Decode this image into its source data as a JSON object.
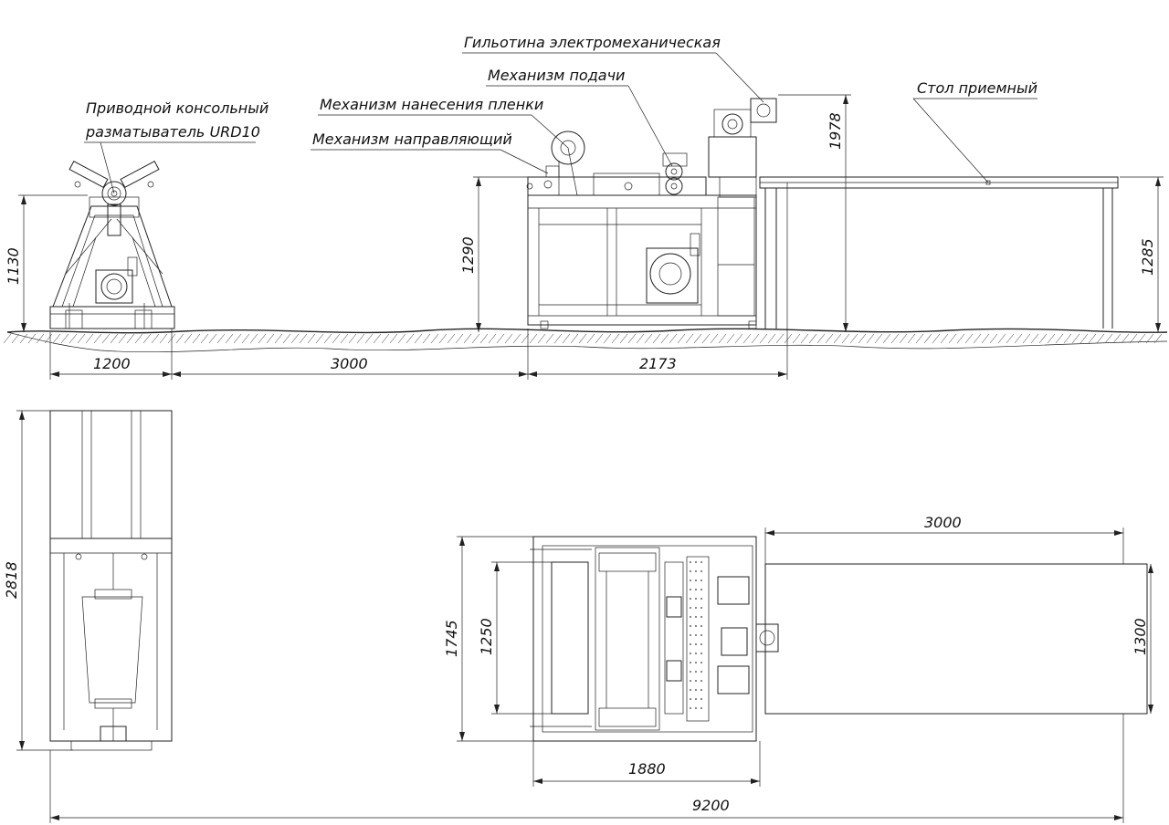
{
  "labels": {
    "uncoiler": [
      "Приводной консольный",
      "разматыватель URD10"
    ],
    "guillotine": "Гильотина электромеханическая",
    "feed": "Механизм подачи",
    "film": "Механизм нанесения пленки",
    "guiding": "Механизм направляющий",
    "table": "Стол приемный"
  },
  "dimensions": {
    "uncoiler_height": "1130",
    "machine_height": "1290",
    "guillotine_height": "1978",
    "table_height": "1285",
    "uncoiler_length": "1200",
    "gap_length": "3000",
    "machine_length": "2173",
    "uncoiler_plan_length": "2818",
    "machine_plan_width": "1745",
    "feed_width": "1250",
    "machine_plan_length": "1880",
    "table_plan_length": "3000",
    "table_plan_width": "1300",
    "total_length": "9200"
  }
}
